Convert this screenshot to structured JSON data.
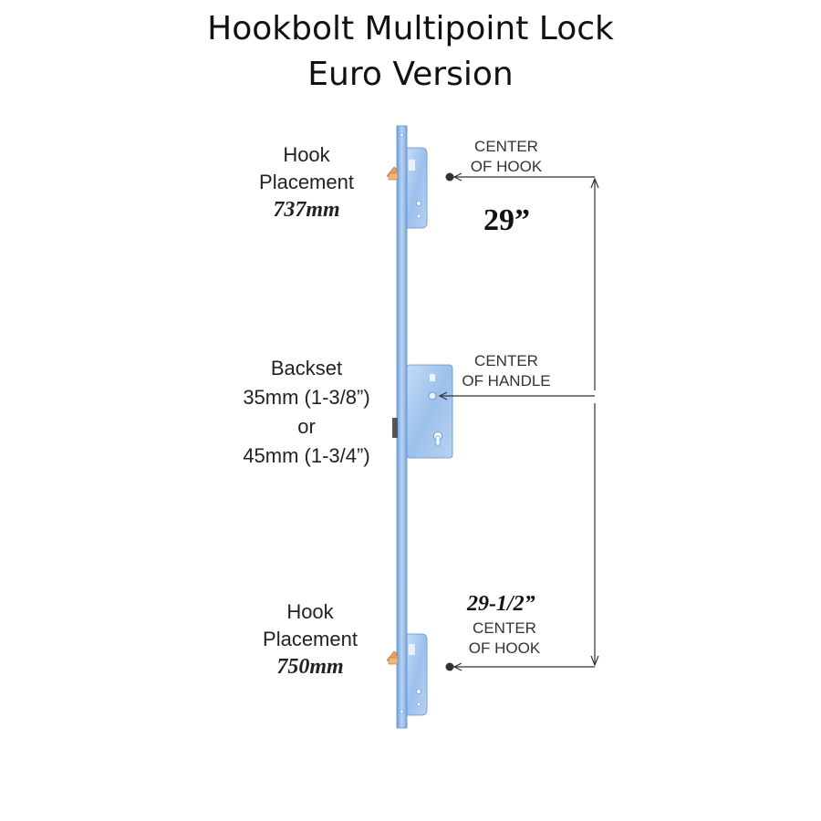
{
  "title": {
    "line1": "Hookbolt Multipoint Lock",
    "line2": "Euro Version"
  },
  "top_hook": {
    "line1": "Hook",
    "line2": "Placement",
    "measure": "737mm"
  },
  "backset": {
    "line1": "Backset",
    "line2": "35mm (1-3/8”)",
    "line3": "or",
    "line4": "45mm (1-3/4”)"
  },
  "bottom_hook": {
    "line1": "Hook",
    "line2": "Placement",
    "measure": "750mm"
  },
  "callouts": {
    "center_hook_top": {
      "line1": "CENTER",
      "line2": "OF HOOK"
    },
    "center_handle": {
      "line1": "CENTER",
      "line2": "OF HANDLE"
    },
    "center_hook_bottom": {
      "line1": "CENTER",
      "line2": "OF HOOK"
    }
  },
  "dimensions": {
    "upper": "29”",
    "lower": "29-1/2”"
  },
  "colors": {
    "strip": "#8fb8e8",
    "strip_dark": "#5f8fcf",
    "case": "#a9c8f0",
    "hook": "#e8a060",
    "line": "#333333"
  }
}
